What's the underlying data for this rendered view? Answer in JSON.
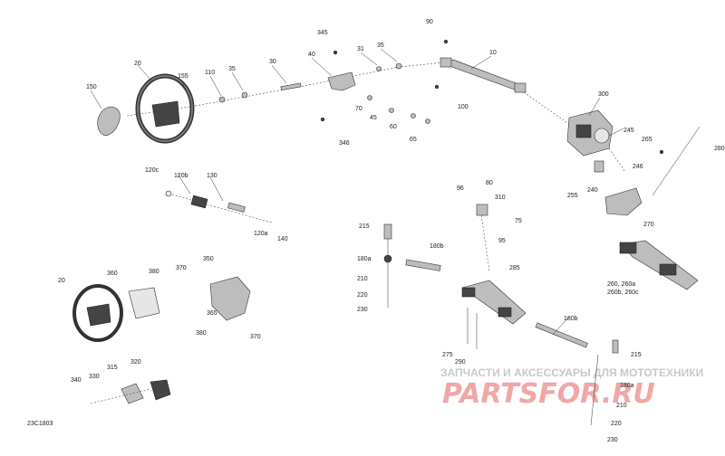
{
  "diagram_code": "23C1803",
  "watermark": {
    "subtitle": "ЗАПЧАСТИ И АКСЕССУАРЫ ДЛЯ МОТОТЕХНИКИ",
    "brand": "PARTSFOR.RU"
  },
  "callouts": {
    "c150": "150",
    "c20a": "20",
    "c155": "155",
    "c110": "110",
    "c35a": "35",
    "c30": "30",
    "c345": "345",
    "c40": "40",
    "c31": "31",
    "c35b": "35",
    "c90": "90",
    "c10": "10",
    "c100": "100",
    "c70": "70",
    "c45": "45",
    "c60": "60",
    "c65": "65",
    "c346": "346",
    "c300": "300",
    "c245": "245",
    "c265": "265",
    "c280": "280",
    "c246": "246",
    "c240": "240",
    "c255": "255",
    "c270": "270",
    "c120c": "120c",
    "c120b": "120b",
    "c130": "130",
    "c120a": "120a",
    "c140": "140",
    "c96": "96",
    "c80": "80",
    "c310": "310",
    "c75": "75",
    "c95": "95",
    "c215a": "215",
    "c180b1": "180b",
    "c180a1": "180a",
    "c210a": "210",
    "c220a": "220",
    "c230a": "230",
    "c285": "285",
    "c275": "275",
    "c290": "290",
    "c180b2": "180b",
    "c215b": "215",
    "c180a2": "180a",
    "c210b": "210",
    "c220b": "220",
    "c230b": "230",
    "rack_label_1": "260, 260a",
    "rack_label_2": "260b, 260c",
    "c20b": "20",
    "c360": "360",
    "c380a": "380",
    "c370a": "370",
    "c350": "350",
    "c365": "365",
    "c380b": "380",
    "c370b": "370",
    "c340": "340",
    "c330": "330",
    "c315": "315",
    "c320": "320"
  }
}
